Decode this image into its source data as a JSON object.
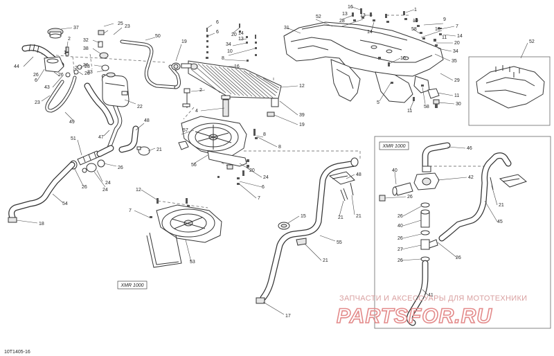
{
  "figure_code": "10T1405-16",
  "variant_label": "XMR 1000",
  "watermark": {
    "caption": "ЗАПЧАСТИ И АКСЕССУАРЫ ДЛЯ МОТОТЕХНИКИ",
    "brand": "PARTSFOR.RU"
  },
  "callouts": [
    "1",
    "2",
    "4",
    "5",
    "6",
    "7",
    "8",
    "9",
    "10",
    "11",
    "12",
    "13",
    "14",
    "15",
    "16",
    "17",
    "18",
    "19",
    "20",
    "21",
    "22",
    "23",
    "24",
    "25",
    "26",
    "27",
    "28",
    "29",
    "30",
    "31",
    "32",
    "33",
    "34",
    "35",
    "36",
    "37",
    "38",
    "39",
    "40",
    "41",
    "42",
    "43",
    "44",
    "45",
    "46",
    "47",
    "48",
    "49",
    "50",
    "51",
    "52",
    "53",
    "54",
    "55",
    "56",
    "57",
    "58"
  ]
}
